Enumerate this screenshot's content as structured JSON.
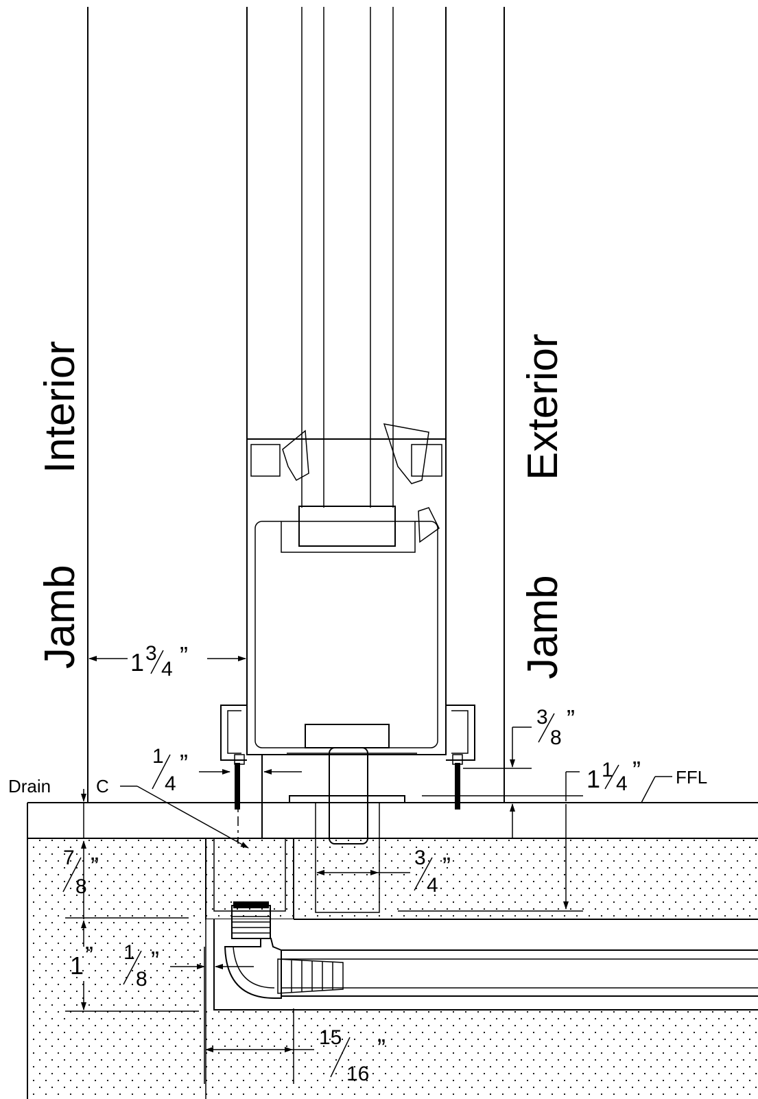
{
  "labels": {
    "interior_jamb_left": "Interior",
    "interior_jamb_right": "Jamb",
    "exterior_jamb_left": "Exterior",
    "exterior_jamb_right": "Jamb",
    "drain": "Drain",
    "centerline": "C",
    "ffl": "FFL"
  },
  "dimensions": {
    "d_1_3_4": {
      "whole": "1",
      "num": "3",
      "den": "4",
      "mark": "”"
    },
    "d_1_4": {
      "num": "1",
      "den": "4",
      "mark": "”"
    },
    "d_3_8": {
      "num": "3",
      "den": "8",
      "mark": "”"
    },
    "d_1_1_4": {
      "whole": "1",
      "num": "1",
      "den": "4",
      "mark": "”"
    },
    "d_7_8": {
      "num": "7",
      "den": "8",
      "mark": "”"
    },
    "d_3_4": {
      "num": "3",
      "den": "4",
      "mark": "”"
    },
    "d_1": {
      "whole": "1",
      "mark": "”"
    },
    "d_1_8": {
      "num": "1",
      "den": "8",
      "mark": "”"
    },
    "d_15_16": {
      "num": "15",
      "den": "16",
      "mark": "”"
    }
  }
}
